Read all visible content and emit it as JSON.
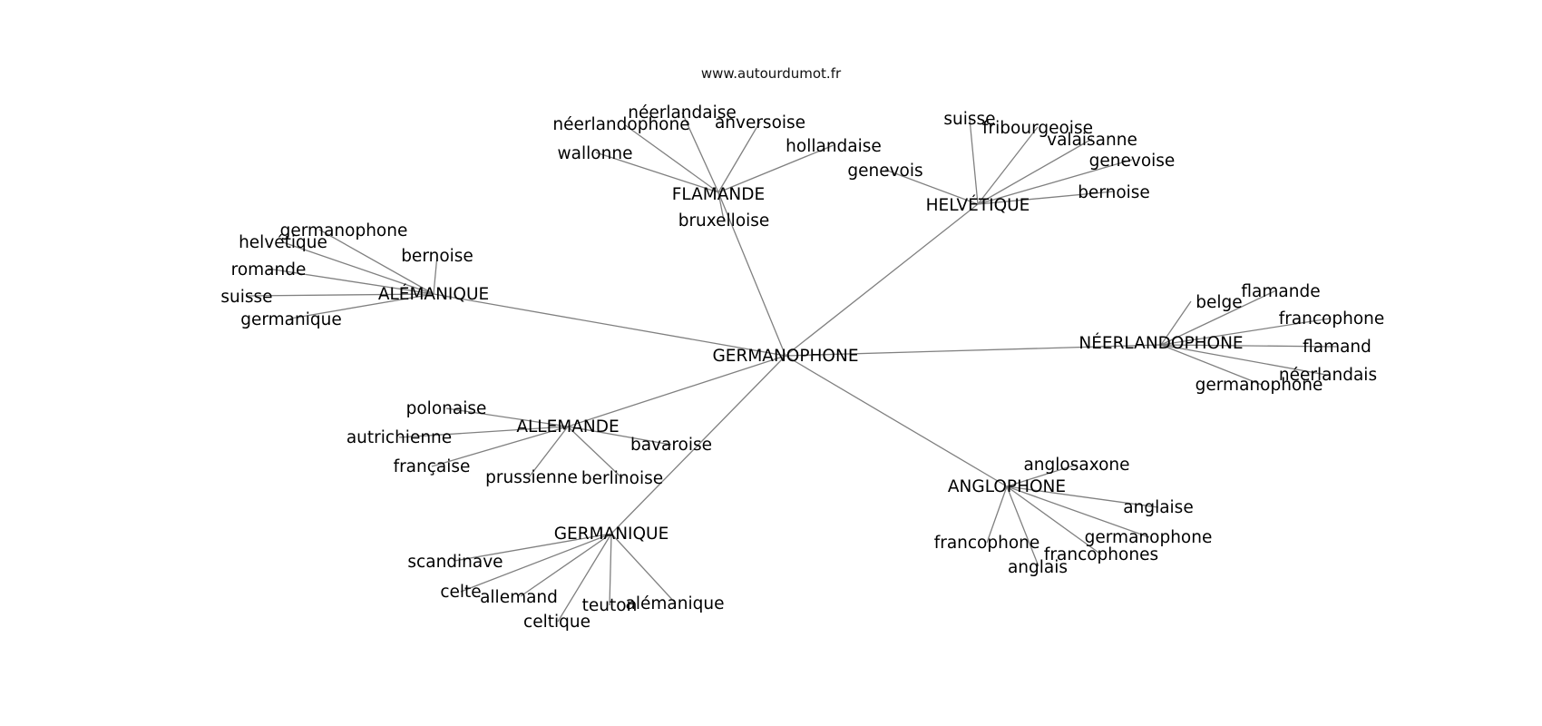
{
  "watermark": "www.autourdumot.fr",
  "diagram": {
    "type": "word-association-network",
    "edge_color": "#808080",
    "center": "GERMANOPHONE",
    "clusters": [
      {
        "hub": "ALÉMANIQUE",
        "leaves": [
          "germanophone",
          "helvétique",
          "romande",
          "suisse",
          "germanique",
          "bernoise"
        ]
      },
      {
        "hub": "FLAMANDE",
        "leaves": [
          "néerlandaise",
          "néerlandophone",
          "anversoise",
          "hollandaise",
          "wallonne",
          "bruxelloise"
        ]
      },
      {
        "hub": "HELVÉTIQUE",
        "leaves": [
          "suisse",
          "fribourgeoise",
          "valaisanne",
          "genevoise",
          "bernoise",
          "genevois"
        ]
      },
      {
        "hub": "NÉERLANDOPHONE",
        "leaves": [
          "belge",
          "flamande",
          "francophone",
          "flamand",
          "néerlandais",
          "germanophone"
        ]
      },
      {
        "hub": "ALLEMANDE",
        "leaves": [
          "polonaise",
          "autrichienne",
          "française",
          "prussienne",
          "berlinoise",
          "bavaroise"
        ]
      },
      {
        "hub": "GERMANIQUE",
        "leaves": [
          "scandinave",
          "celte",
          "allemand",
          "celtique",
          "teuton",
          "alémanique"
        ]
      },
      {
        "hub": "ANGLOPHONE",
        "leaves": [
          "anglosaxone",
          "anglaise",
          "germanophone",
          "francophones",
          "anglais",
          "francophone"
        ]
      }
    ]
  }
}
